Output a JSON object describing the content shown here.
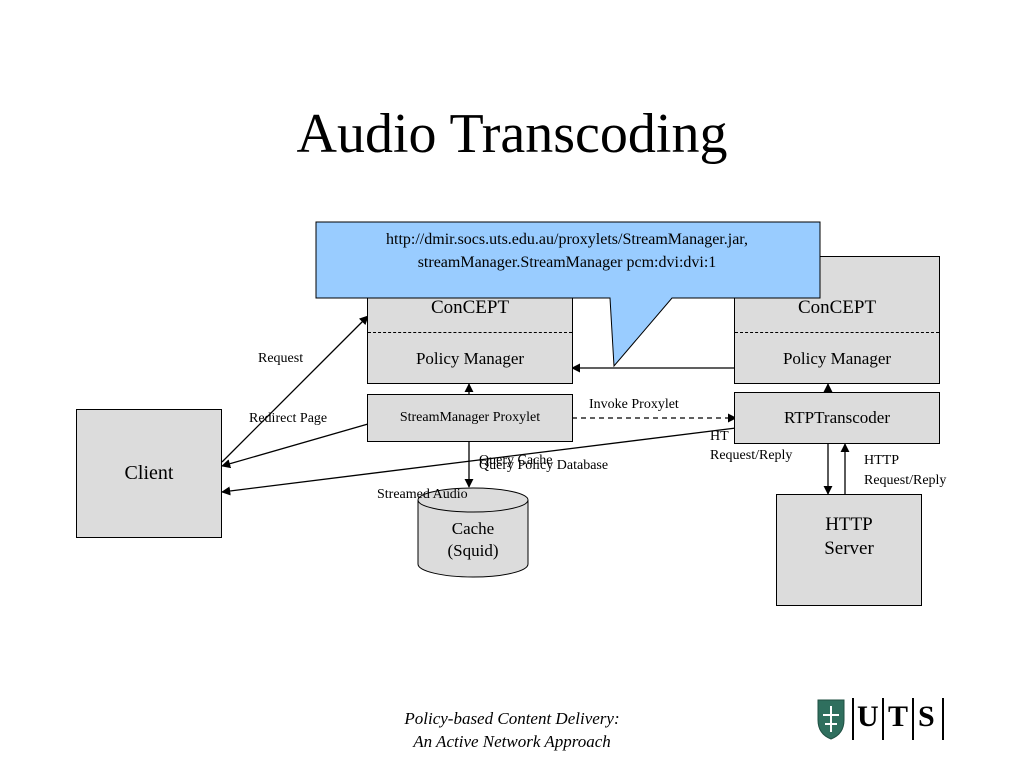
{
  "slide": {
    "title": "Audio Transcoding",
    "footer_line1": "Policy-based Content Delivery:",
    "footer_line2": "An Active Network Approach"
  },
  "callout": {
    "line1": "http://dmir.socs.uts.edu.au/proxylets/StreamManager.jar,",
    "line2": "streamManager.StreamManager pcm:dvi:dvi:1",
    "fill_color": "#99ccff"
  },
  "nodes": {
    "client": "Client",
    "concept_left": "ConCEPT",
    "policy_manager_left": "Policy Manager",
    "stream_manager": "StreamManager Proxylet",
    "concept_right": "ConCEPT",
    "policy_manager_right": "Policy Manager",
    "rtp_transcoder": "RTPTranscoder",
    "http_server_line1": "HTTP",
    "http_server_line2": "Server",
    "cache_line1": "Cache",
    "cache_line2": "(Squid)"
  },
  "edge_labels": {
    "request": "Request",
    "redirect_page": "Redirect Page",
    "invoke_proxylet": "Invoke Proxylet",
    "query_cache": "Query Cache",
    "query_policy_db": "Query Policy Database",
    "streamed_audio": "Streamed Audio",
    "http_partial": "HT",
    "request_reply_left": "Request/Reply",
    "http_right": "HTTP",
    "request_reply_right": "Request/Reply"
  },
  "logo": {
    "letters": [
      "U",
      "T",
      "S"
    ],
    "shield_color": "#2f6f5e"
  },
  "colors": {
    "box_fill": "#dcdcdc",
    "line": "#000000"
  }
}
